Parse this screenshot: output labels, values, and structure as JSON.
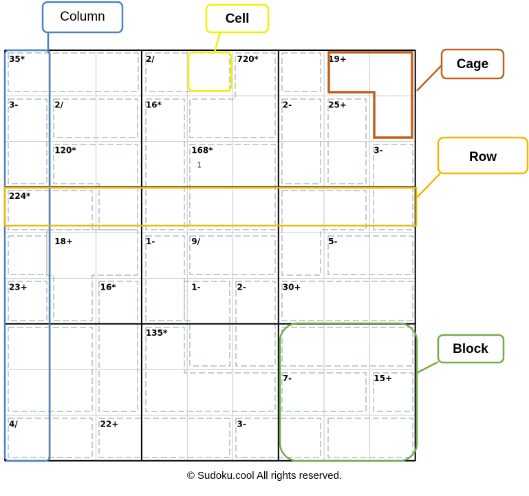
{
  "puzzle": {
    "size": 9,
    "cage_clues": [
      {
        "row": 0,
        "col": 0,
        "label": "35*"
      },
      {
        "row": 0,
        "col": 3,
        "label": "2/"
      },
      {
        "row": 0,
        "col": 5,
        "label": "720*"
      },
      {
        "row": 0,
        "col": 7,
        "label": "19+"
      },
      {
        "row": 1,
        "col": 0,
        "label": "3-"
      },
      {
        "row": 1,
        "col": 1,
        "label": "2/"
      },
      {
        "row": 1,
        "col": 3,
        "label": "16*"
      },
      {
        "row": 1,
        "col": 6,
        "label": "2-"
      },
      {
        "row": 1,
        "col": 7,
        "label": "25+"
      },
      {
        "row": 2,
        "col": 1,
        "label": "120*"
      },
      {
        "row": 2,
        "col": 4,
        "label": "168*"
      },
      {
        "row": 2,
        "col": 8,
        "label": "3-"
      },
      {
        "row": 3,
        "col": 0,
        "label": "224*"
      },
      {
        "row": 4,
        "col": 1,
        "label": "18+"
      },
      {
        "row": 4,
        "col": 3,
        "label": "1-"
      },
      {
        "row": 4,
        "col": 4,
        "label": "9/"
      },
      {
        "row": 4,
        "col": 7,
        "label": "5-"
      },
      {
        "row": 5,
        "col": 0,
        "label": "23+"
      },
      {
        "row": 5,
        "col": 2,
        "label": "16*"
      },
      {
        "row": 5,
        "col": 4,
        "label": "1-"
      },
      {
        "row": 5,
        "col": 5,
        "label": "2-"
      },
      {
        "row": 5,
        "col": 6,
        "label": "30+"
      },
      {
        "row": 6,
        "col": 3,
        "label": "135*"
      },
      {
        "row": 7,
        "col": 6,
        "label": "7-"
      },
      {
        "row": 7,
        "col": 8,
        "label": "15+"
      },
      {
        "row": 8,
        "col": 0,
        "label": "4/"
      },
      {
        "row": 8,
        "col": 2,
        "label": "22+"
      },
      {
        "row": 8,
        "col": 5,
        "label": "3-"
      }
    ],
    "candidates": [
      {
        "row": 2,
        "col": 4,
        "value": "1"
      }
    ]
  },
  "callouts": {
    "column": "Column",
    "cell": "Cell",
    "cage": "Cage",
    "row": "Row",
    "block": "Block"
  },
  "colors": {
    "column": "#4f81bd",
    "cell": "#f2f200",
    "cage": "#c0601a",
    "row": "#f0b800",
    "block": "#70ad47",
    "cage_border": "#7f9fa6",
    "grid_thin": "#c8c8c8",
    "grid_thick": "#000000"
  },
  "footer": "© Sudoku.cool All rights reserved."
}
